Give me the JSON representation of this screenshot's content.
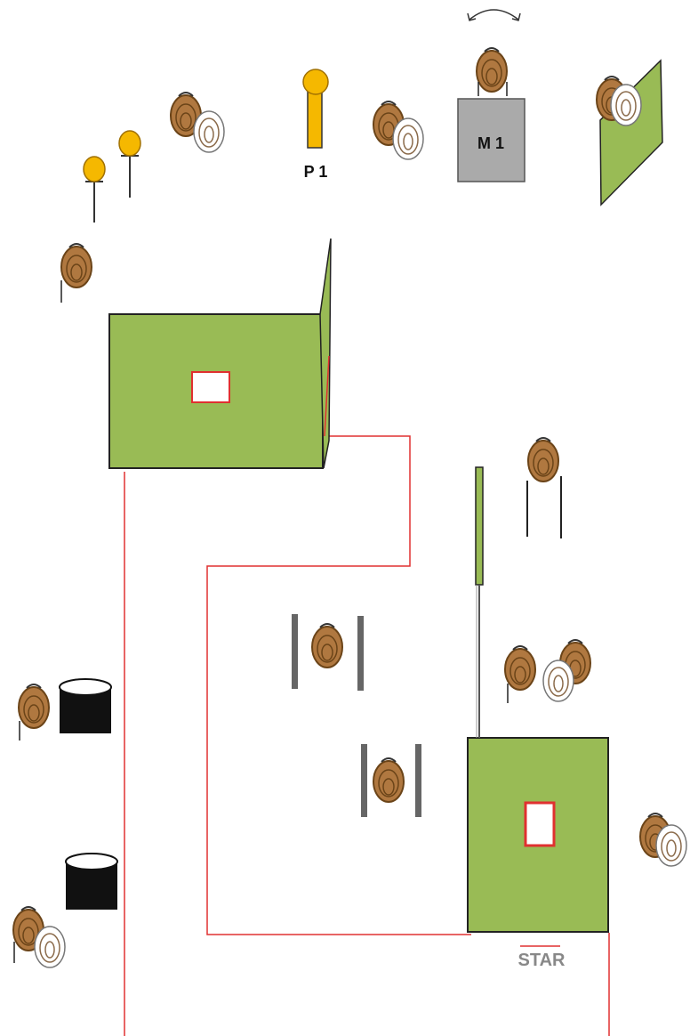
{
  "labels": {
    "p1": "P 1",
    "m1": "M 1",
    "star": "STAR"
  },
  "icons": {
    "person": "person-head-icon",
    "helmet": "helmet-outline-icon",
    "lamp": "lamp-post-icon",
    "barrel": "black-barrel-icon",
    "rotate": "rotate-arrow-icon"
  },
  "colors": {
    "platform_green": "#99bb55",
    "route_red": "#e03030",
    "machine_gray": "#aaaaaa",
    "lamp_orange": "#f5b800",
    "person_brown": "#b07840",
    "pillar_gray": "#666666",
    "star_label": "#888888"
  }
}
